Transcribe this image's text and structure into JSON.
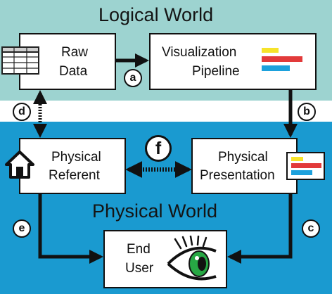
{
  "sections": {
    "logical_world": "Logical World",
    "physical_world": "Physical World"
  },
  "boxes": {
    "raw_data": [
      "Raw",
      "Data"
    ],
    "visualization_pipeline": [
      "Visualization",
      "Pipeline"
    ],
    "physical_referent": [
      "Physical",
      "Referent"
    ],
    "physical_presentation": [
      "Physical",
      "Presentation"
    ],
    "end_user": [
      "End",
      "User"
    ]
  },
  "edge_labels": {
    "a": "a",
    "b": "b",
    "c": "c",
    "d": "d",
    "e": "e",
    "f": "f"
  },
  "icons": [
    "table-icon",
    "bar-chart-icon",
    "house-icon",
    "bar-chart-card-icon",
    "eye-icon"
  ],
  "colors": {
    "logical_band": "#9dd3d0",
    "physical_band": "#1a9ad0",
    "bar_yellow": "#f6e32a",
    "bar_red": "#e23a3a",
    "bar_blue": "#1da1dc",
    "iris_green": "#27a844"
  }
}
